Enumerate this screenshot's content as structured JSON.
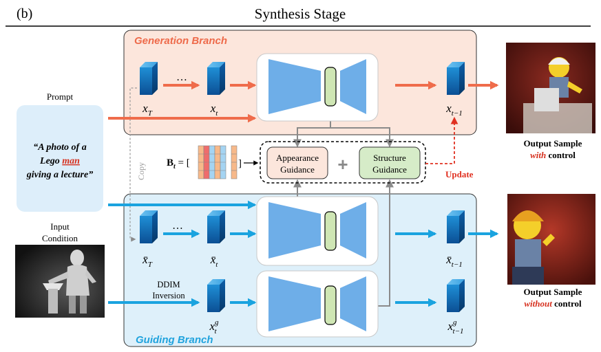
{
  "panel_label": "(b)",
  "title": "Synthesis Stage",
  "generation_branch": {
    "label": "Generation Branch",
    "bg": "#fce6dc",
    "label_color": "#ee6a4a"
  },
  "guiding_branch": {
    "label": "Guiding Branch",
    "bg": "#def0fa",
    "label_color": "#21a3dd"
  },
  "prompt": {
    "label": "Prompt",
    "line1": "“A photo of a",
    "line2_pre": "Lego ",
    "line2_highlight": "man",
    "line3": "giving a lecture”"
  },
  "input_condition": {
    "line1": "Input",
    "line2": "Condition"
  },
  "copy_label": "Copy",
  "ellipsis": "…",
  "ddim": {
    "line1": "DDIM",
    "line2": "Inversion"
  },
  "latents": {
    "x_T": {
      "base": "x",
      "sub": "T"
    },
    "x_t": {
      "base": "x",
      "sub": "t"
    },
    "x_t1": {
      "base": "x",
      "sub": "t−1"
    },
    "xbar_T": {
      "base": "x̄",
      "sub": "T"
    },
    "xbar_t": {
      "base": "x̄",
      "sub": "t"
    },
    "xbar_t1": {
      "base": "x̄",
      "sub": "t−1"
    },
    "xg_t": {
      "base": "x",
      "sup": "g",
      "sub": "t"
    },
    "xg_t1": {
      "base": "x",
      "sup": "g",
      "sub": "t−1"
    }
  },
  "bt": {
    "base": "B",
    "sub": "t",
    "eq": " = [",
    "close": "]"
  },
  "appearance_guidance": {
    "line1": "Appearance",
    "line2": "Guidance"
  },
  "structure_guidance": {
    "line1": "Structure",
    "line2": "Guidance"
  },
  "plus": "+",
  "update_label": "Update",
  "output_with": {
    "line1": "Output Sample",
    "line2_em": "with",
    "line2_rest": " control"
  },
  "output_without": {
    "line1": "Output Sample",
    "line2_em": "without",
    "line2_rest": " control"
  },
  "colors": {
    "orange_arrow": "#ef6c4b",
    "blue_arrow": "#1aa3df",
    "gray_line": "#8a8a8a",
    "unet": "#6eaee8",
    "bottleneck": "#cfe6b4",
    "update_red": "#e03020",
    "appearance_bg": "#fce6dc",
    "structure_bg": "#d6ecc8",
    "prompt_bg": "#ddeefa"
  }
}
